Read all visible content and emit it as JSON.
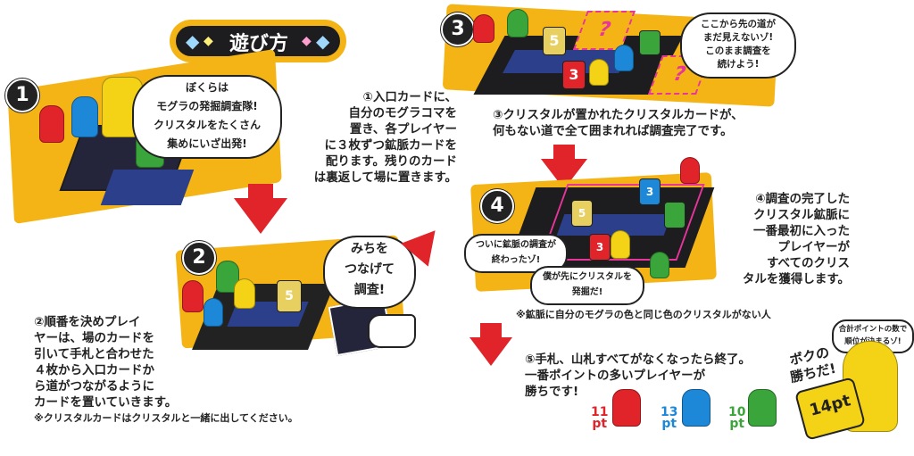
{
  "title": "遊び方",
  "steps": [
    {
      "num": "1",
      "bubble": "ぼくらは\nモグラの発掘調査隊!\nクリスタルをたくさん\n集めにいざ出発!",
      "text": "①入口カードに、\n自分のモグラコマを\n置き、各プレイヤー\nに３枚ずつ鉱脈カードを\n配ります。残りのカード\nは裏返して場に置きます。"
    },
    {
      "num": "2",
      "bubble": "みちを\nつなげて\n調査!",
      "text": "②順番を決めプレイ\nヤーは、場のカードを\n引いて手札と合わせた\n４枚から入口カードか\nら道がつながるように\nカードを置いていきます。",
      "note": "※クリスタルカードはクリスタルと一緒に出してください。"
    },
    {
      "num": "3",
      "bubble": "ここから先の道が\nまだ見えないゾ!\nこのまま調査を\n続けよう!",
      "text": "③クリスタルが置かれたクリスタルカードが、\n何もない道で全て囲まれれば調査完了です。"
    },
    {
      "num": "4",
      "bubble1": "ついに鉱脈の調査が\n終わったゾ!",
      "bubble2": "僕が先にクリスタルを\n発掘だ!",
      "text": "④調査の完了した\nクリスタル鉱脈に\n一番最初に入った\nプレイヤーが\nすべてのクリス\nタルを獲得します。",
      "note": "※鉱脈に自分のモグラの色と同じ色のクリスタルがない人"
    },
    {
      "num": "5",
      "text": "⑤手札、山札すべてがなくなったら終了。\n一番ポイントの多いプレイヤーが\n勝ちです!",
      "bubble_small": "合計ポイントの数で\n順位が決まるゾ!",
      "winner": "ボクの\n勝ちだ!",
      "winner_points": "14pt"
    }
  ],
  "scores": [
    {
      "label": "11\npt",
      "color": "#e0242a"
    },
    {
      "label": "13\npt",
      "color": "#1e88d8"
    },
    {
      "label": "10\npt",
      "color": "#3aa53a"
    }
  ],
  "board_marks": {
    "unknown": "?",
    "crystal_five": "5",
    "crystal_three": "3"
  },
  "colors": {
    "yellow": "#f4b416",
    "red": "#e0242a",
    "blue": "#1e88d8",
    "green": "#3aa53a",
    "pink": "#e8359a",
    "dark": "#1d1d1f"
  }
}
